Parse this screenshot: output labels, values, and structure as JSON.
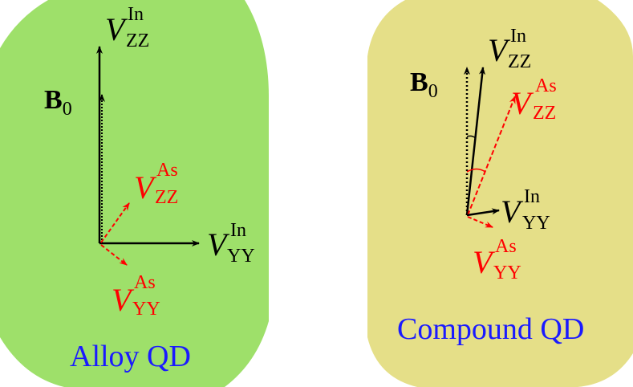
{
  "colors": {
    "alloy_bg": "#9ee06a",
    "compound_bg": "#e5df88",
    "black": "#000000",
    "red": "#ff0000",
    "caption": "#1a1aff"
  },
  "alloy": {
    "caption": "Alloy QD",
    "b0": {
      "base": "B",
      "sub": "0"
    },
    "vzz_in": {
      "base": "V",
      "sup": "In",
      "sub": "ZZ"
    },
    "vzz_as": {
      "base": "V",
      "sup": "As",
      "sub": "ZZ"
    },
    "vyy_in": {
      "base": "V",
      "sup": "In",
      "sub": "YY"
    },
    "vyy_as": {
      "base": "V",
      "sup": "As",
      "sub": "YY"
    }
  },
  "compound": {
    "caption": "Compound QD",
    "b0": {
      "base": "B",
      "sub": "0"
    },
    "vzz_in": {
      "base": "V",
      "sup": "In",
      "sub": "ZZ"
    },
    "vzz_as": {
      "base": "V",
      "sup": "As",
      "sub": "ZZ"
    },
    "vyy_in": {
      "base": "V",
      "sup": "In",
      "sub": "YY"
    },
    "vyy_as": {
      "base": "V",
      "sup": "As",
      "sub": "YY"
    }
  }
}
